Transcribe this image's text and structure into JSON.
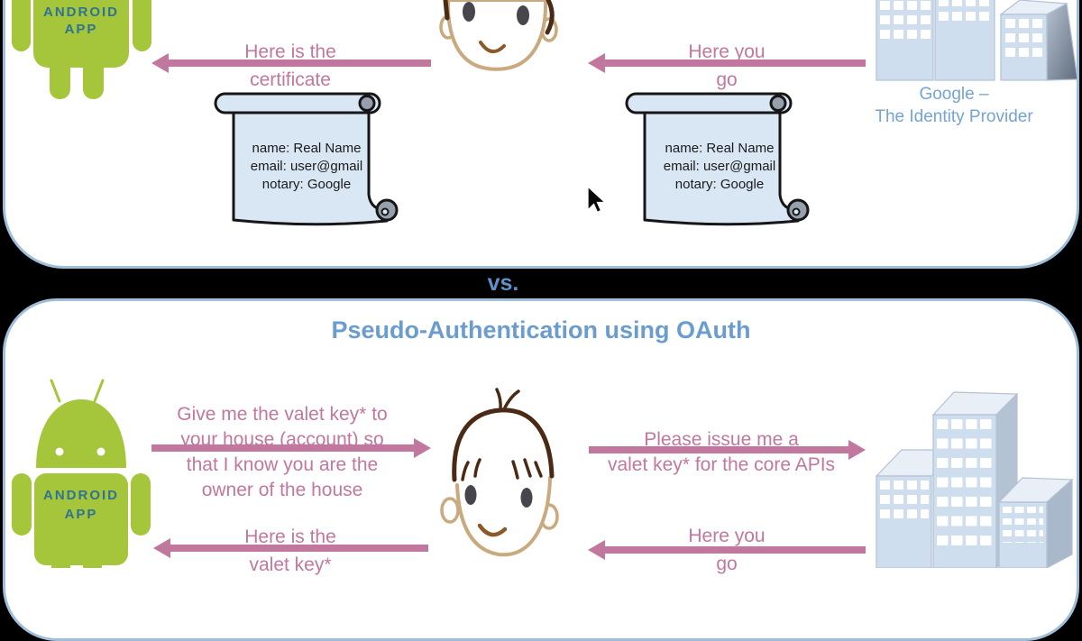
{
  "colors": {
    "background": "#000000",
    "panel_border": "#9fbeda",
    "accent_pink": "#c2779e",
    "title_blue": "#6b9ccf",
    "vs_blue": "#5d92c8",
    "provider_blue": "#74a3d4",
    "android_green": "#a5c63b",
    "robot_text": "#2e7391",
    "scroll_fill": "#d9e7f4",
    "scroll_outline": "#161616",
    "building_fill": "#cfdeee",
    "building_top": "#e9eff7",
    "building_side": "#b5c2d3",
    "face_skin": "#c9a97e",
    "hair_brown": "#4a2a15",
    "text_black": "#1a1a1a"
  },
  "top_panel": {
    "app_label": [
      "ANDROID",
      "APP"
    ],
    "msg_certificate": [
      "Here is the",
      "certificate"
    ],
    "msg_here_you_go": [
      "Here you",
      "go"
    ],
    "certificates": [
      {
        "lines": [
          "name: Real Name",
          "email: user@gmail",
          "notary: Google"
        ]
      },
      {
        "lines": [
          "name: Real Name",
          "email: user@gmail",
          "notary: Google"
        ]
      }
    ],
    "provider_label": [
      "Google –",
      "The Identity Provider"
    ]
  },
  "divider": {
    "vs_label": "vs."
  },
  "bottom_panel": {
    "title": "Pseudo-Authentication using OAuth",
    "app_label": [
      "ANDROID",
      "APP"
    ],
    "msg_valet_request": [
      "Give me the valet key* to",
      "your house (account) so",
      "that I know you are the",
      "owner of the house"
    ],
    "msg_issue_request": [
      "Please issue me a",
      "valet key* for the core APIs"
    ],
    "msg_here_is_valet": [
      "Here is the",
      "valet key*"
    ],
    "msg_here_you_go": [
      "Here you",
      "go"
    ]
  },
  "icons": {
    "app": "android-robot-icon",
    "user": "user-face-icon",
    "certificate": "certificate-scroll-icon",
    "identity_provider": "buildings-icon",
    "pointer": "mouse-cursor-icon"
  }
}
